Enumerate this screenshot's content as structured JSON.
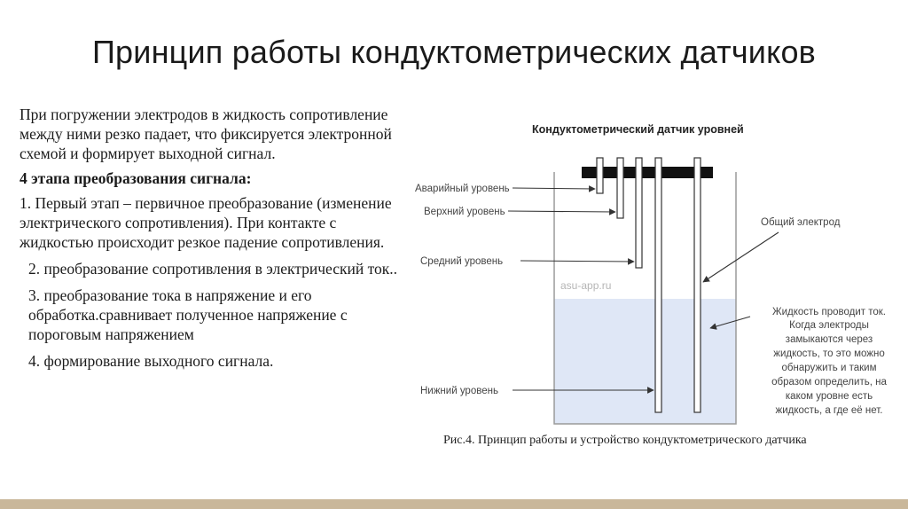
{
  "slide": {
    "title": "Принцип работы кондуктометрических датчиков"
  },
  "text": {
    "intro": "При погружении электродов в жидкость сопротивление между ними резко падает, что фиксируется электронной схемой и формирует выходной сигнал.",
    "heading": "4 этапа преобразования сигнала:",
    "stage1": "1. Первый этап – первичное преобразование (изменение электрического сопротивления). При контакте с жидкостью происходит резкое падение сопротивления.",
    "stage2": "2. преобразование сопротивления в электрический ток..",
    "stage3": "3. преобразование тока в напряжение и его обработка.сравнивает полученное напряжение с пороговым напряжением",
    "stage4": "4. формирование выходного сигнала."
  },
  "diagram": {
    "title": "Кондуктометрический датчик уровней",
    "labels": {
      "emergency": "Аварийный уровень",
      "upper": "Верхний уровень",
      "middle": "Средний уровень",
      "lower": "Нижний уровень",
      "common": "Общий электрод",
      "watermark": "asu-app.ru"
    },
    "note": [
      "Жидкость проводит ток.",
      "Когда электроды",
      "замыкаются через",
      "жидкость, то это можно",
      "обнаружить и таким",
      "образом определить, на",
      "каком уровне есть",
      "жидкость, а где её нет."
    ],
    "caption": "Рис.4. Принцип работы и устройство кондуктометрического датчика",
    "colors": {
      "liquid": "#dfe7f6",
      "bar": "#111111",
      "tank_stroke": "#9a9a9a",
      "accent_bottom": "#c9b79a"
    }
  }
}
